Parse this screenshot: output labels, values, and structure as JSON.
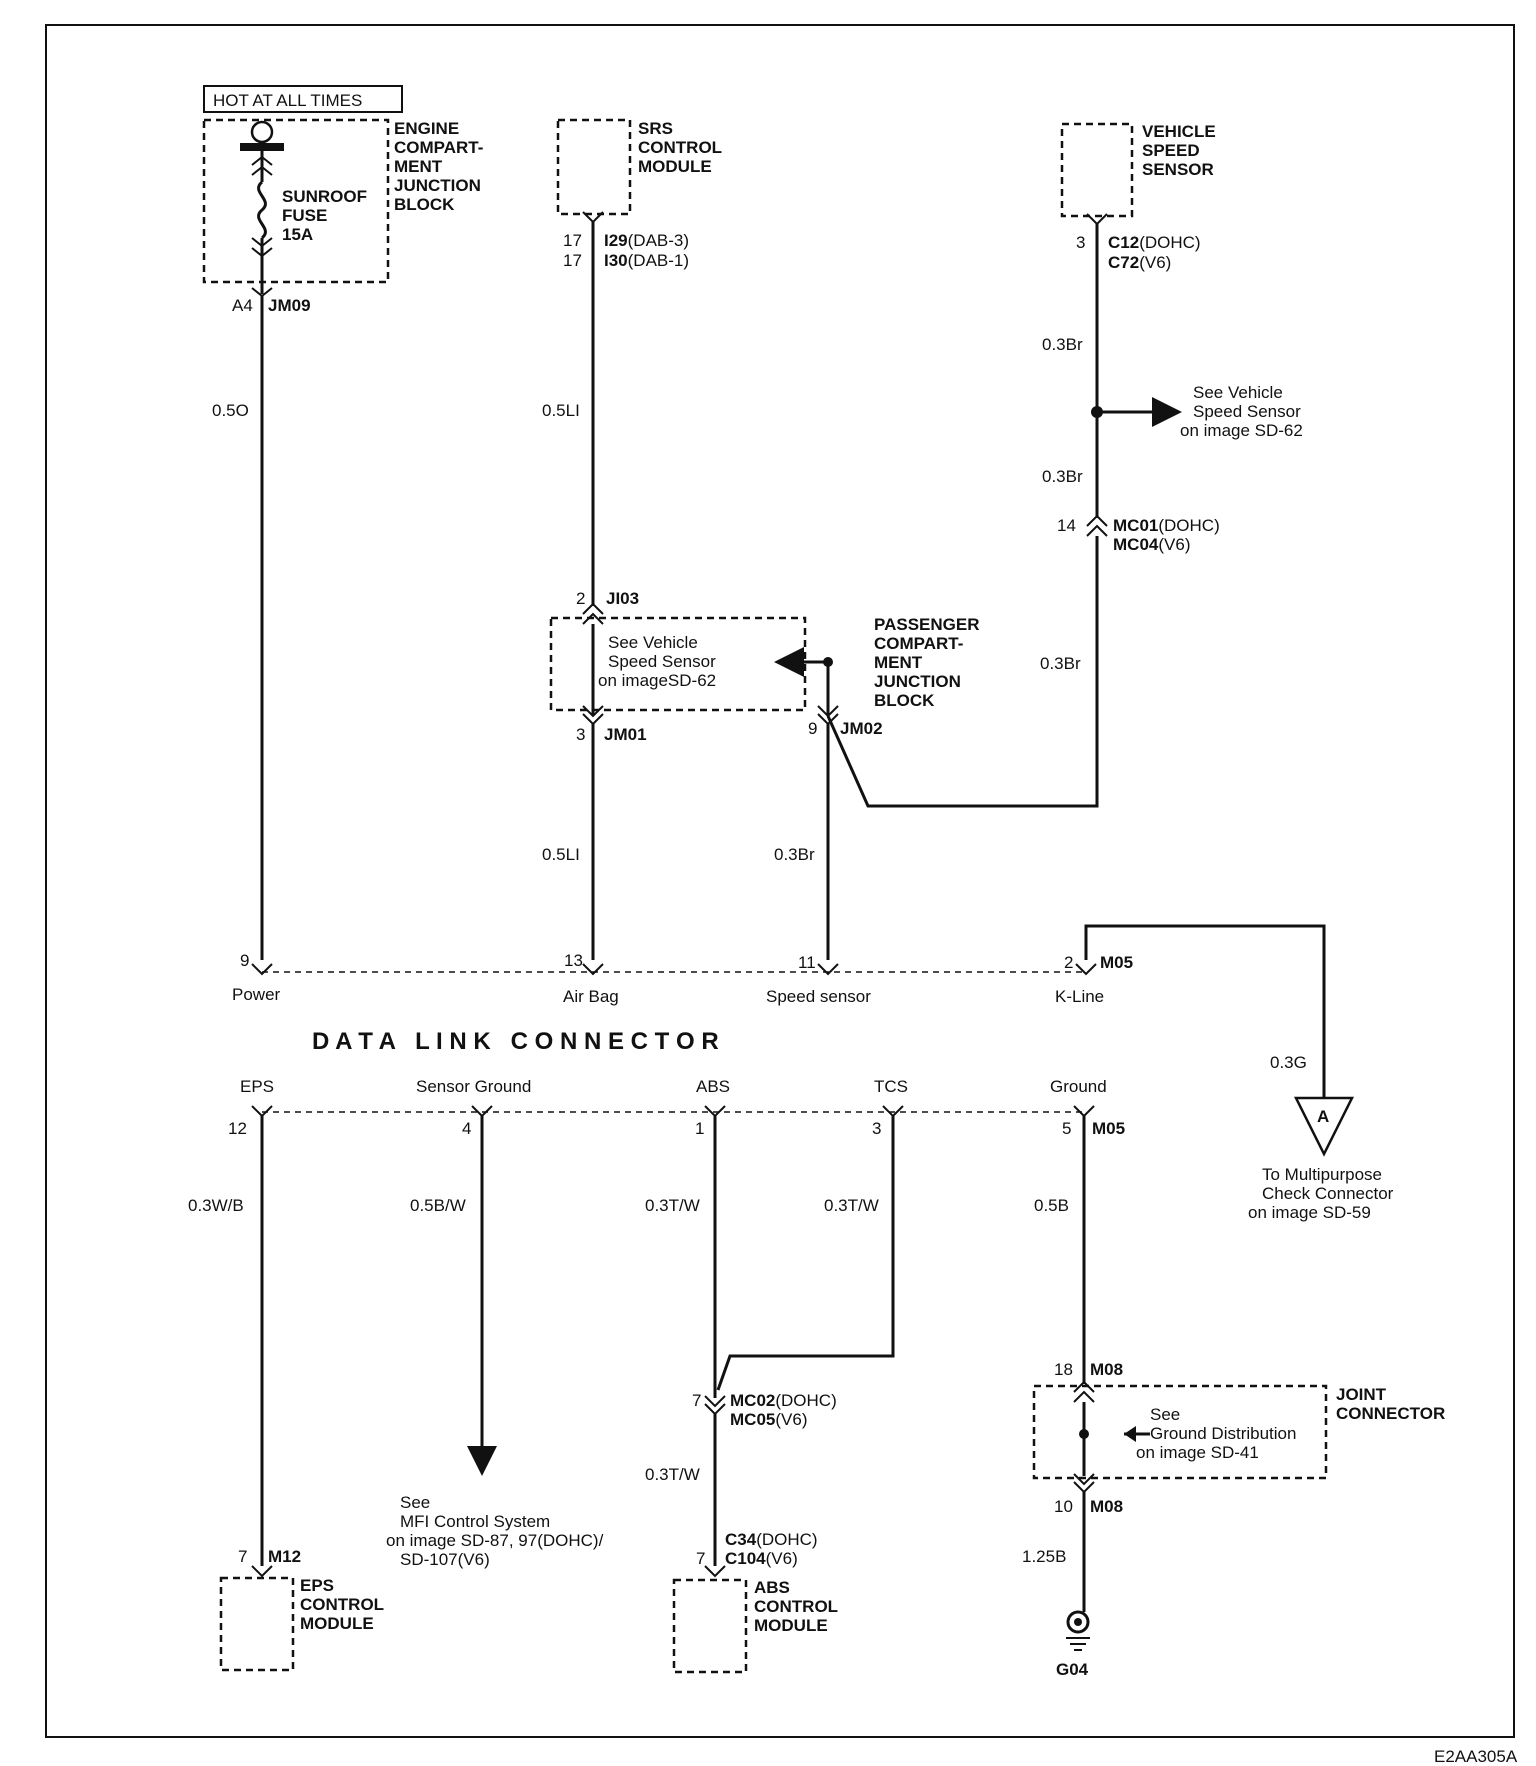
{
  "hot_label": "HOT AT ALL TIMES",
  "engine_block": {
    "l1": "ENGINE",
    "l2": "COMPART-",
    "l3": "MENT",
    "l4": "JUNCTION",
    "l5": "BLOCK"
  },
  "fuse": {
    "l1": "SUNROOF",
    "l2": "FUSE",
    "l3": "15A"
  },
  "fuse_conn": {
    "pin": "A4",
    "name": "JM09"
  },
  "srs": {
    "l1": "SRS",
    "l2": "CONTROL",
    "l3": "MODULE",
    "pin_a": "17",
    "conn_a_id": "I29",
    "conn_a_var": "(DAB-3)",
    "pin_b": "17",
    "conn_b_id": "I30",
    "conn_b_var": "(DAB-1)"
  },
  "vss": {
    "l1": "VEHICLE",
    "l2": "SPEED",
    "l3": "SENSOR",
    "pin": "3",
    "conn_a_id": "C12",
    "conn_a_var": "(DOHC)",
    "conn_b_id": "C72",
    "conn_b_var": "(V6)"
  },
  "vss_ref": {
    "l1": "See Vehicle",
    "l2": "Speed Sensor",
    "l3": "on image SD-62"
  },
  "mc01": {
    "pin": "14",
    "conn_a_id": "MC01",
    "conn_a_var": "(DOHC)",
    "conn_b_id": "MC04",
    "conn_b_var": "(V6)"
  },
  "pcjb": {
    "l1": "PASSENGER",
    "l2": "COMPART-",
    "l3": "MENT",
    "l4": "JUNCTION",
    "l5": "BLOCK",
    "ref1": "See Vehicle",
    "ref2": "Speed Sensor",
    "ref3": "on imageSD-62",
    "ji03_pin": "2",
    "ji03": "JI03",
    "jm01_pin": "3",
    "jm01": "JM01",
    "jm02_pin": "9",
    "jm02": "JM02"
  },
  "wires": {
    "w1": "0.5O",
    "w2": "0.5LI",
    "w3": "0.3Br",
    "w4": "0.3Br",
    "w5": "0.3Br",
    "w6": "0.5LI",
    "w7": "0.3Br",
    "w8": "0.3G",
    "w9": "0.3W/B",
    "w10": "0.5B/W",
    "w11": "0.3T/W",
    "w12": "0.3T/W",
    "w13": "0.5B",
    "w14": "0.3T/W",
    "w15": "1.25B"
  },
  "dlc": {
    "title": "D A T A   L I N K   C O N N E C T O R",
    "p9": "9",
    "p13": "13",
    "p11": "11",
    "p2": "2",
    "m05_top": "M05",
    "power": "Power",
    "airbag": "Air Bag",
    "speed": "Speed sensor",
    "kline": "K-Line",
    "eps": "EPS",
    "sg": "Sensor Ground",
    "abs": "ABS",
    "tcs": "TCS",
    "ground": "Ground",
    "p12": "12",
    "p4": "4",
    "p1": "1",
    "p3": "3",
    "p5": "5",
    "m05_bot": "M05"
  },
  "mpcc": {
    "letter": "A",
    "l1": "To Multipurpose",
    "l2": "Check Connector",
    "l3": "on image SD-59"
  },
  "mfi": {
    "l1": "See",
    "l2": "MFI Control System",
    "l3": "on image SD-87, 97(DOHC)/",
    "l4": "SD-107(V6)"
  },
  "mc02": {
    "pin": "7",
    "conn_a_id": "MC02",
    "conn_a_var": "(DOHC)",
    "conn_b_id": "MC05",
    "conn_b_var": "(V6)"
  },
  "abs_mod": {
    "pin": "7",
    "conn_a_id": "C34",
    "conn_a_var": "(DOHC)",
    "conn_b_id": "C104",
    "conn_b_var": "(V6)",
    "l1": "ABS",
    "l2": "CONTROL",
    "l3": "MODULE"
  },
  "eps_mod": {
    "pin": "7",
    "conn": "M12",
    "l1": "EPS",
    "l2": "CONTROL",
    "l3": "MODULE"
  },
  "joint": {
    "top_pin": "18",
    "top_conn": "M08",
    "bot_pin": "10",
    "bot_conn": "M08",
    "l1": "JOINT",
    "l2": "CONNECTOR",
    "ref1": "See",
    "ref2": "Ground Distribution",
    "ref3": "on image SD-41"
  },
  "ground": "G04",
  "figure_id": "E2AA305A"
}
